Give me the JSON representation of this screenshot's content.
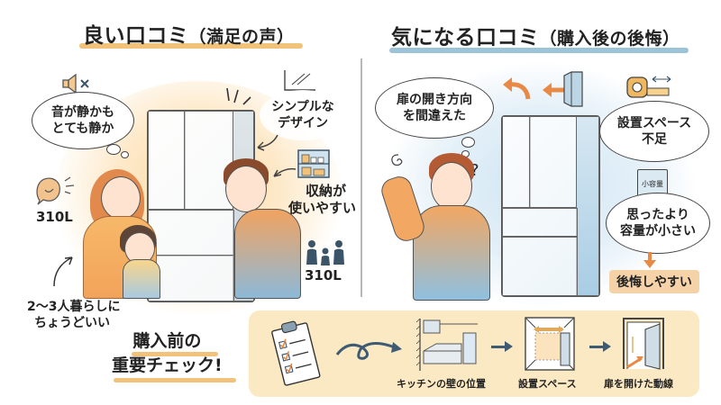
{
  "left_section": {
    "title": "良い口コミ",
    "subtitle": "（満足の声）",
    "underline_color": "#f0c27a",
    "bubble_quiet": "音が静かも\nとても静か",
    "bubble_quiet_line1": "音が静かも",
    "bubble_quiet_line2": "とても静か",
    "design_line1": "シンプルな",
    "design_line2": "デザイン",
    "storage_line1": "収納が",
    "storage_line2": "使いやすい",
    "capacity_left": "310L",
    "capacity_right": "310L",
    "household_line1": "2〜3人暮らしに",
    "household_line2": "ちょうどいい",
    "accent_color": "#f6a85c"
  },
  "right_section": {
    "title": "気になる口コミ",
    "subtitle": "（購入後の後悔）",
    "underline_color": "#9cc3d8",
    "door_line1": "扉の開き方向",
    "door_line2": "を間違えた",
    "space_line1": "設置スペース",
    "space_line2": "不足",
    "small_label": "小容量",
    "capacity_line1": "思ったより",
    "capacity_line2": "容量が小さい",
    "regret_badge": "後悔しやすい",
    "question_mark": "?",
    "accent_color": "#e88a45"
  },
  "checklist": {
    "heading_line1": "購入前の",
    "heading_line2": "重要チェック!",
    "panel_color": "#fbe9c4",
    "steps": [
      {
        "label": "キッチンの壁の位置",
        "icon": "kitchen-wall-icon"
      },
      {
        "label": "設置スペース",
        "icon": "installation-space-icon"
      },
      {
        "label": "扉を開けた動線",
        "icon": "door-swing-icon"
      }
    ]
  }
}
